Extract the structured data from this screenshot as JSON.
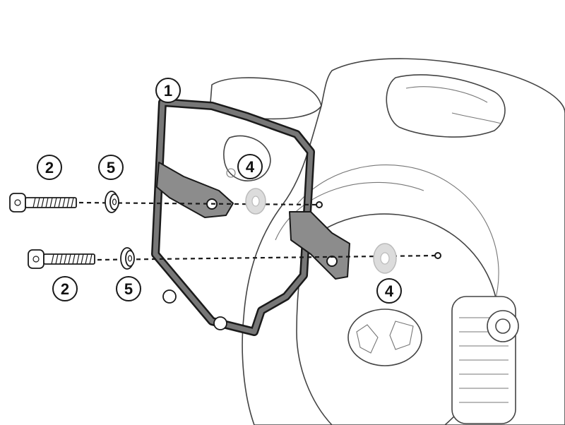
{
  "callouts": [
    {
      "label": "1"
    },
    {
      "label": "2"
    },
    {
      "label": "5"
    },
    {
      "label": "4"
    },
    {
      "label": "2"
    },
    {
      "label": "5"
    },
    {
      "label": "4"
    }
  ],
  "colors": {
    "line": "#1a1a1a",
    "frame_fill": "#8c8c8c",
    "washer": "#dcdcdc",
    "background": "#ffffff"
  },
  "icons": [
    "bolt-icon",
    "nut-icon",
    "washer-icon",
    "frame-icon",
    "motorcycle-icon"
  ]
}
